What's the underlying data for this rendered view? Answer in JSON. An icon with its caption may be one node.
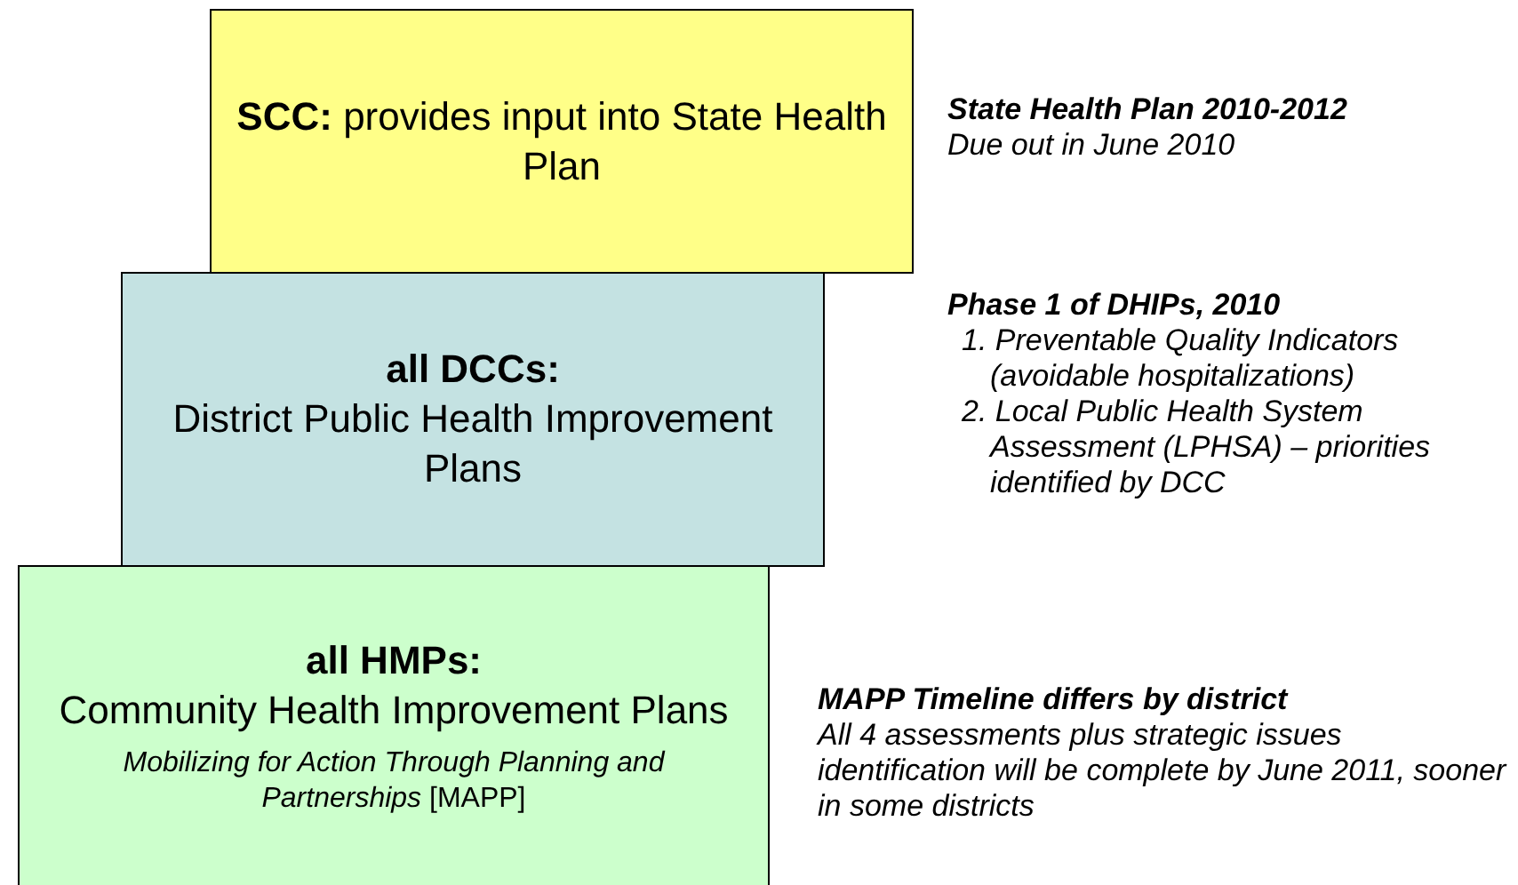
{
  "diagram": {
    "nodes": [
      {
        "text": [
          "**SCC:** provides input into State Health Plan"
        ],
        "beside": [
          "State Health Plan 2010-2012",
          "Due out in June 2010"
        ]
      },
      {
        "text": [
          "all DCCs:",
          "District Public Health Improvement Plans"
        ],
        "beside": [
          "Phase 1 of DHIPs, 2010",
          "1. Preventable Quality Indicators (avoidable hospitalizations)",
          "2. Local Public Health System Assessment (LPHSA) – priorities identified by DCC"
        ]
      },
      {
        "text": [
          "all HMPs:",
          "Community Health Improvement Plans",
          "*Mobilizing for Action Through Planning and Partnerships* [MAPP]"
        ],
        "beside": [
          "MAPP Timeline differs by district",
          "All 4 assessments plus strategic issues identification will be complete by June 2011, sooner in some districts"
        ]
      }
    ]
  }
}
